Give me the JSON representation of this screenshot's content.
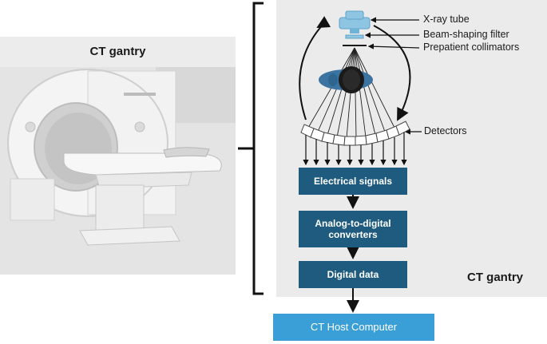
{
  "photo": {
    "title": "CT gantry"
  },
  "diagram": {
    "labels": {
      "xray_tube": "X-ray tube",
      "filter": "Beam-shaping filter",
      "collimators": "Prepatient collimators",
      "detectors": "Detectors"
    },
    "boxes": {
      "electrical": "Electrical signals",
      "adc_line1": "Analog-to-digital",
      "adc_line2": "converters",
      "digital": "Digital data",
      "host": "CT Host Computer"
    },
    "gantry_label": "CT gantry"
  },
  "colors": {
    "box": "#1e5b7e",
    "host_box": "#3a9fd6",
    "panel": "#ebebeb",
    "tube": "#8ec5e3"
  }
}
